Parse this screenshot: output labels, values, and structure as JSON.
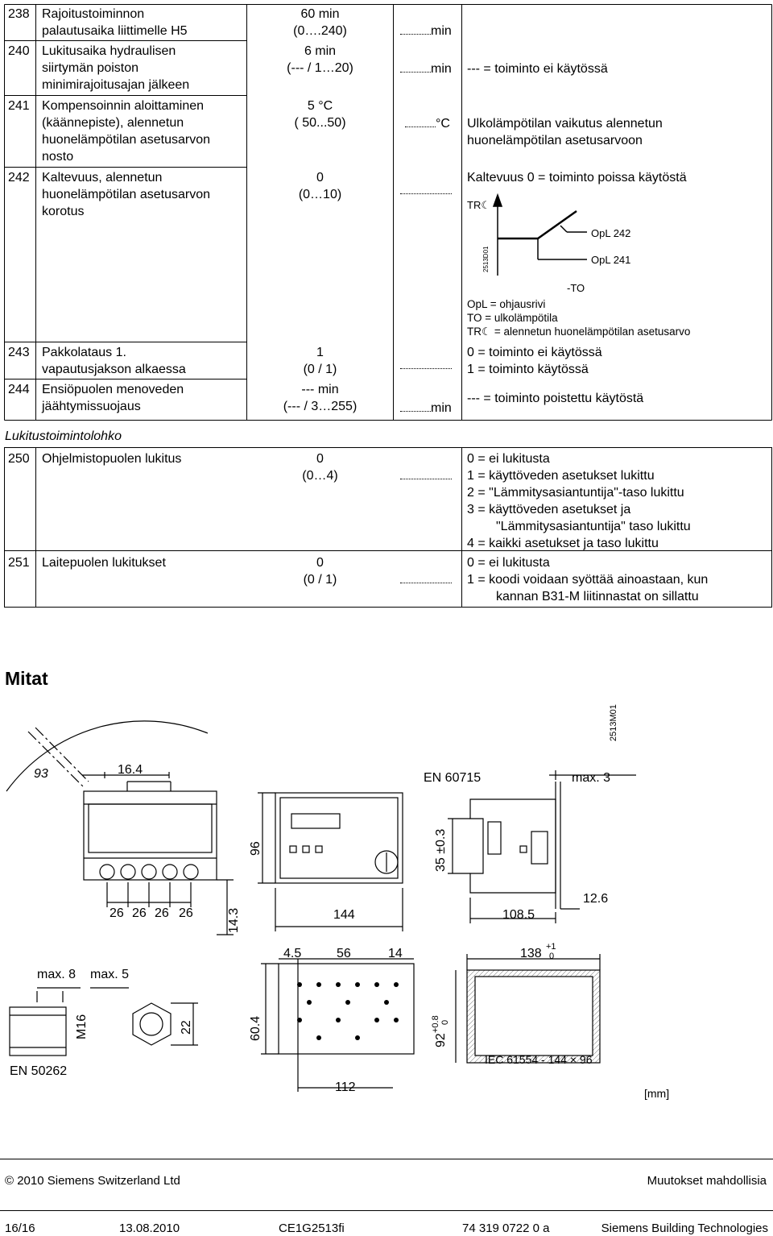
{
  "upper_rows": [
    {
      "num": "238",
      "name": [
        "Rajoitustoiminnon",
        "palautusaika liittimelle H5"
      ],
      "value": [
        "60 min",
        "(0….240)"
      ],
      "unit": "min",
      "note": []
    },
    {
      "num": "240",
      "name": [
        "Lukitusaika hydraulisen",
        "siirtymän poiston",
        "minimirajoitusajan jälkeen"
      ],
      "value": [
        "6 min",
        "(--- / 1…20)"
      ],
      "unit": "min",
      "note": [
        "--- = toiminto ei käytössä"
      ]
    },
    {
      "num": "241",
      "name": [
        "Kompensoinnin aloittaminen",
        "(käännepiste), alennetun",
        "huonelämpötilan asetusarvon",
        "nosto"
      ],
      "value": [
        "5 °C",
        "( 50...50)"
      ],
      "unit": "°C",
      "note": [
        "Ulkolämpötilan vaikutus alennetun",
        "huonelämpötilan asetusarvoon"
      ]
    },
    {
      "num": "242",
      "name": [
        "Kaltevuus, alennetun",
        "huonelämpötilan asetusarvon",
        "korotus"
      ],
      "value": [
        "0",
        "(0…10)"
      ],
      "unit": "",
      "note": [
        "Kaltevuus 0 = toiminto poissa käytöstä"
      ]
    },
    {
      "num": "243",
      "name": [
        "Pakkolataus 1.",
        "vapautusjakson alkaessa"
      ],
      "value": [
        "1",
        "(0 / 1)"
      ],
      "unit": "",
      "note": [
        "0 = toiminto ei käytössä",
        "1 = toiminto käytössä"
      ]
    },
    {
      "num": "244",
      "name": [
        "Ensiöpuolen menoveden",
        "jäähtymissuojaus"
      ],
      "value": [
        "--- min",
        "(--- / 3…255)"
      ],
      "unit": "min",
      "note": [
        "--- = toiminto poistettu käytöstä"
      ]
    }
  ],
  "graph": {
    "trlabel": "TR☾",
    "opl242": "OpL 242",
    "opl241": "OpL 241",
    "to": "-TO",
    "code": "2513D01",
    "legend": [
      "OpL  = ohjausrivi",
      "TO    = ulkolämpötila",
      "TR☾  = alennetun huonelämpötilan asetusarvo"
    ]
  },
  "section_title": "Lukitustoimintolohko",
  "lower_rows": [
    {
      "num": "250",
      "name": "Ohjelmistopuolen lukitus",
      "value": [
        "0",
        "(0…4)"
      ],
      "note": [
        "0 = ei lukitusta",
        "1 = käyttöveden asetukset lukittu",
        "2 = \"Lämmitysasiantuntija\"-taso lukittu",
        "3 = käyttöveden asetukset ja",
        "\"Lämmitysasiantuntija\" taso lukittu",
        "4 = kaikki asetukset ja taso lukittu"
      ]
    },
    {
      "num": "251",
      "name": "Laitepuolen lukitukset",
      "value": [
        "0",
        "(0 / 1)"
      ],
      "note": [
        "0 = ei lukitusta",
        "1 = koodi voidaan syöttää ainoastaan, kun",
        "kannan B31-M liitinnastat on sillattu"
      ]
    }
  ],
  "mitat_title": "Mitat",
  "drawing": {
    "code": "2513M01",
    "d93": "93",
    "d164": "16.4",
    "d26a": "26",
    "d26b": "26",
    "d26c": "26",
    "d26d": "26",
    "d143": "14.3",
    "d96": "96",
    "d144": "144",
    "en60715": "EN 60715",
    "max3": "max. 3",
    "d35": "35 ±0.3",
    "d1085": "108.5",
    "d126": "12.6",
    "max8": "max. 8",
    "max5": "max. 5",
    "m16": "M16",
    "d22": "22",
    "en50262": "EN 50262",
    "d45": "4.5",
    "d56": "56",
    "d14": "14",
    "d604": "60.4",
    "d112": "112",
    "d138": "138",
    "d138tol_top": "+1",
    "d138tol_bot": "0",
    "d92": "92",
    "d92tol_top": "+0.8",
    "d92tol_bot": "0",
    "iec": "IEC 61554 - 144 × 96",
    "mm": "[mm]"
  },
  "footer": {
    "copyright": "© 2010 Siemens Switzerland Ltd",
    "changes": "Muutokset mahdollisia",
    "page": "16/16",
    "date": "13.08.2010",
    "doc": "CE1G2513fi",
    "number": "74 319 0722 0 a",
    "company": "Siemens Building Technologies"
  }
}
